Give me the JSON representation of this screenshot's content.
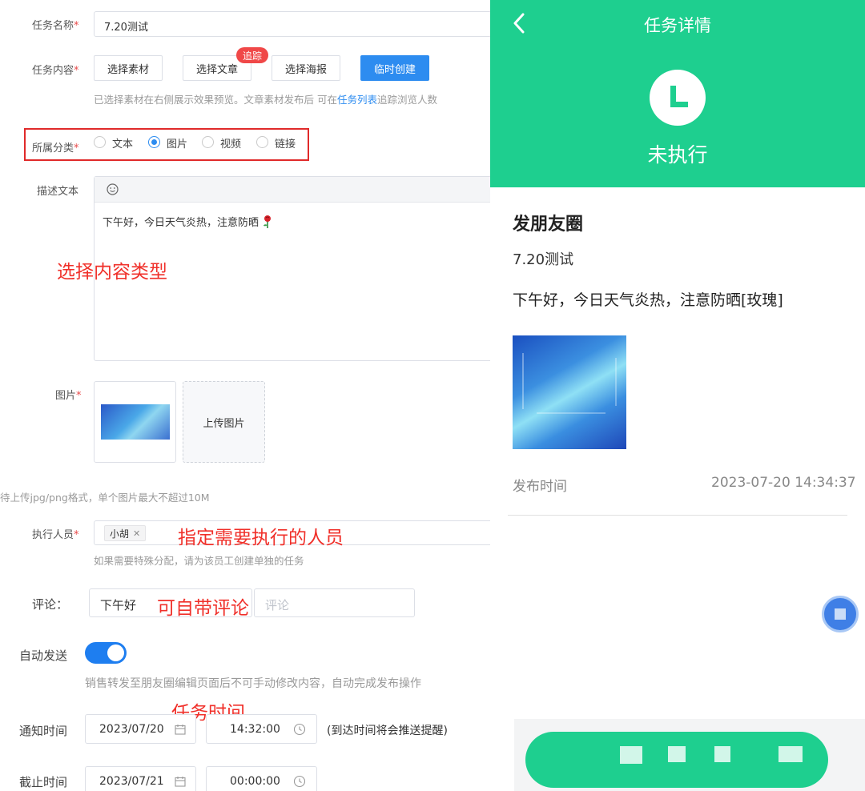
{
  "form": {
    "task_name_label": "任务名称",
    "required_mark": "*",
    "task_name_value": "7.20测试",
    "task_content_label": "任务内容",
    "btn_select_material": "选择素材",
    "btn_select_article": "选择文章",
    "track_badge": "追踪",
    "btn_select_poster": "选择海报",
    "btn_temp_create": "临时创建",
    "content_hint_prefix": "已选择素材在右侧展示效果预览。文章素材发布后 可在",
    "content_hint_link": "任务列表",
    "content_hint_suffix": "追踪浏览人数",
    "category_label": "所属分类",
    "category_options": [
      "文本",
      "图片",
      "视频",
      "链接"
    ],
    "category_selected": "图片",
    "desc_label": "描述文本",
    "desc_value": "下午好，今日天气炎热，注意防晒",
    "image_label": "图片",
    "upload_label": "上传图片",
    "upload_hint": "待上传jpg/png格式，单个图片最大不超过10M",
    "executor_label": "执行人员",
    "executor_tag": "小胡",
    "executor_hint": "如果需要特殊分配，请为该员工创建单独的任务",
    "comment_label": "评论：",
    "comment_value": "下午好",
    "comment_placeholder": "评论",
    "auto_send_label": "自动发送",
    "auto_send_on": true,
    "auto_send_hint": "销售转发至朋友圈编辑页面后不可手动修改内容，自动完成发布操作",
    "notify_label": "通知时间",
    "notify_date": "2023/07/20",
    "notify_time": "14:32:00",
    "notify_note": "(到达时间将会推送提醒)",
    "deadline_label": "截止时间",
    "deadline_date": "2023/07/21",
    "deadline_time": "00:00:00"
  },
  "annotations": {
    "content_type": "选择内容类型",
    "executor": "指定需要执行的人员",
    "comment": "可自带评论",
    "time": "任务时间"
  },
  "preview": {
    "header_title": "任务详情",
    "status": "未执行",
    "header_color": "#1ecf8f",
    "post_type": "发朋友圈",
    "task_name": "7.20测试",
    "text": "下午好，今日天气炎热，注意防晒[玫瑰]",
    "publish_label": "发布时间",
    "publish_time": "2023-07-20 14:34:37"
  }
}
